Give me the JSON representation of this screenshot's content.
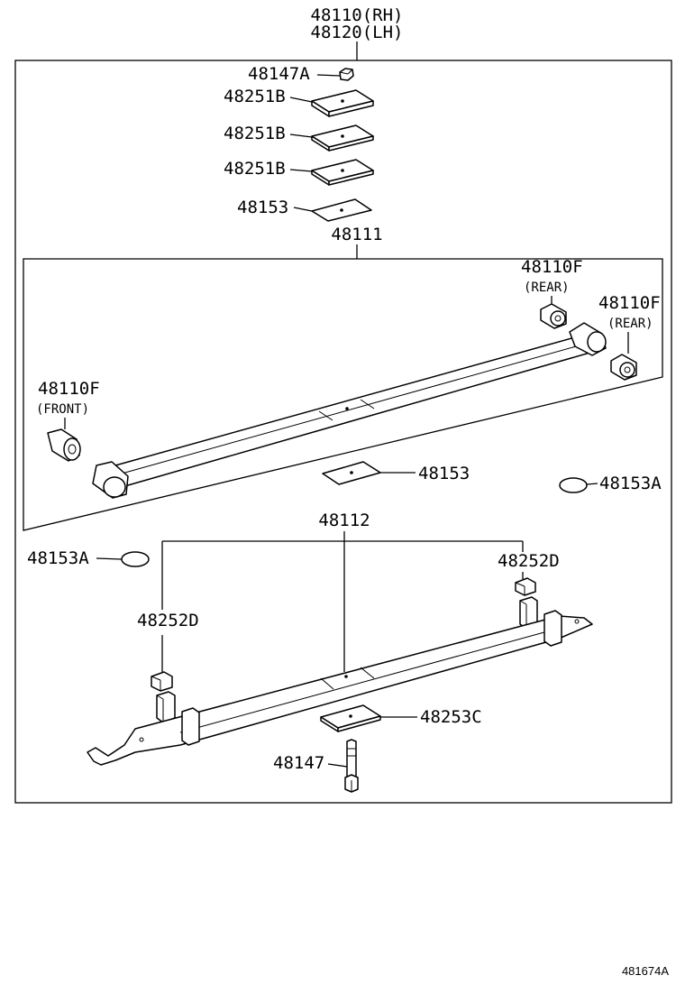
{
  "assembly": {
    "rh": "48110(RH)",
    "lh": "48120(LH)"
  },
  "labels": {
    "nut": "48147A",
    "pad1": "48251B",
    "pad2": "48251B",
    "pad3": "48251B",
    "seat_top": "48153",
    "spring_no1": "48111",
    "bushing_rear_1": "48110F",
    "bushing_rear_1_note": "(REAR)",
    "bushing_rear_2": "48110F",
    "bushing_rear_2_note": "(REAR)",
    "bushing_front": "48110F",
    "bushing_front_note": "(FRONT)",
    "seat_mid": "48153",
    "disc_right": "48153A",
    "spring_no2": "48112",
    "disc_left": "48153A",
    "clip_right": "48252D",
    "clip_left": "48252D",
    "seat_bottom": "48253C",
    "bolt": "48147"
  },
  "figure_ref": "481674A"
}
